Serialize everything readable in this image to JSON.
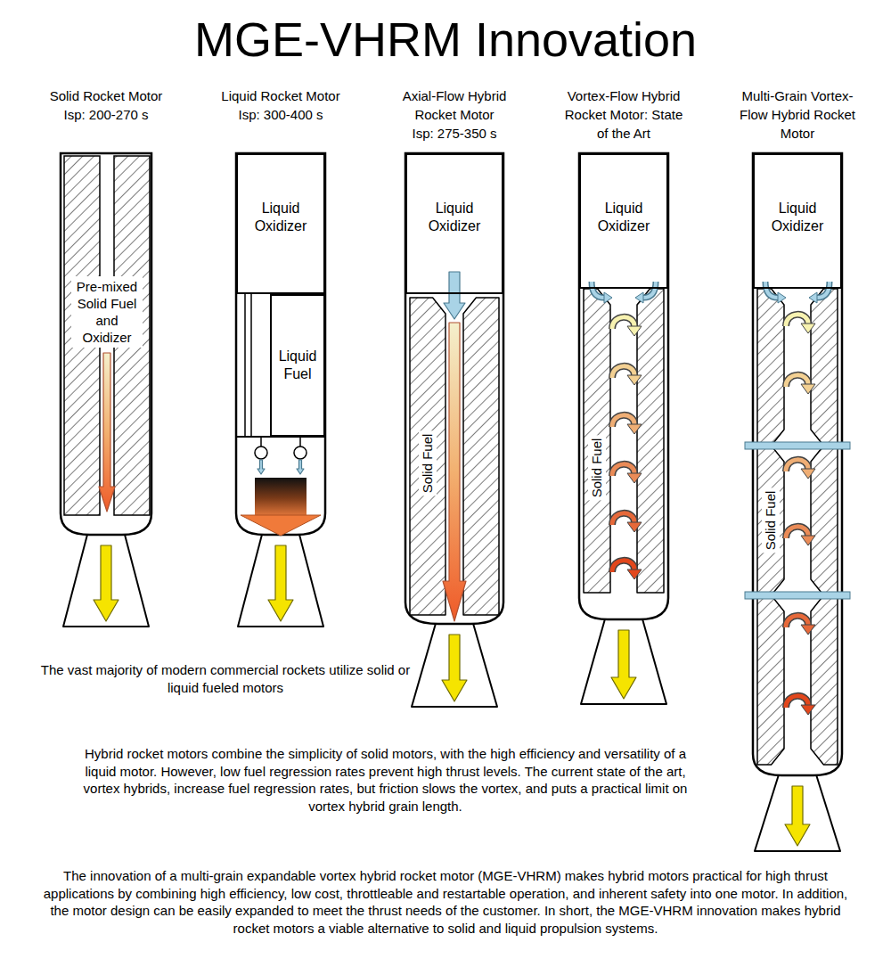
{
  "diagram": {
    "title": "MGE-VHRM Innovation",
    "nodes": [
      {
        "text": [
          "Solid Rocket Motor",
          "Isp: 200-270 s"
        ]
      },
      {
        "text": [
          "Pre-mixed Solid Fuel and Oxidizer"
        ],
        "in": 0
      },
      {
        "text": [
          "Liquid Rocket Motor",
          "Isp: 300-400 s"
        ]
      },
      {
        "text": [
          "Liquid Oxidizer"
        ],
        "in": 2
      },
      {
        "text": [
          "Liquid Fuel"
        ],
        "in": 2
      },
      {
        "text": [
          "Axial-Flow Hybrid Rocket Motor",
          "Isp: 275-350 s"
        ]
      },
      {
        "text": [
          "Liquid Oxidizer"
        ],
        "in": 5
      },
      {
        "text": [
          "Solid Fuel"
        ],
        "in": 5
      },
      {
        "text": [
          "Vortex-Flow Hybrid Rocket Motor: State of the Art"
        ]
      },
      {
        "text": [
          "Liquid Oxidizer"
        ],
        "in": 8
      },
      {
        "text": [
          "Solid Fuel"
        ],
        "in": 8
      },
      {
        "text": [
          "Multi-Grain Vortex-Flow Hybrid Rocket Motor"
        ]
      },
      {
        "text": [
          "Liquid Oxidizer"
        ],
        "in": 11
      },
      {
        "text": [
          "Solid Fuel"
        ],
        "in": 11
      }
    ],
    "labels": [
      "The vast majority of modern commercial rockets utilize solid or liquid fueled motors",
      "Hybrid rocket motors combine the simplicity of solid motors, with the high efficiency and versatility of a liquid motor. However, low fuel regression rates prevent high thrust levels. The current state of the art, vortex hybrids, increase fuel regression rates, but friction slows the vortex, and puts a practical limit on vortex hybrid grain length.",
      "The innovation of a multi-grain expandable vortex hybrid rocket motor (MGE-VHRM) makes hybrid motors practical for high thrust applications by combining high efficiency, low cost, throttleable and restartable operation, and inherent safety into one motor. In addition, the motor design can be easily expanded to meet the thrust needs of the customer. In short, the MGE-VHRM innovation makes hybrid rocket motors a viable alternative to solid and liquid propulsion systems."
    ]
  }
}
